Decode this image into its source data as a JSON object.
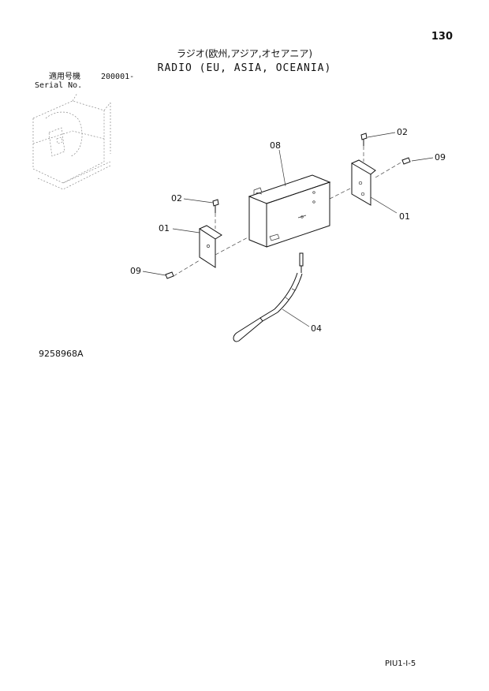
{
  "page_number": "130",
  "title_jp": "ラジオ(欧州,アジア,オセアニア)",
  "title_en": "RADIO (EU, ASIA, OCEANIA)",
  "serial_label_jp": "適用号機",
  "serial_range": "200001-",
  "serial_label_en": "Serial No.",
  "drawing_number": "9258968A",
  "page_code": "PIU1-I-5",
  "callouts": {
    "bracket_right": "01",
    "bracket_left": "01",
    "screw_right": "02",
    "screw_left": "02",
    "antenna": "04",
    "radio": "08",
    "bolt_right": "09",
    "bolt_left": "09"
  }
}
